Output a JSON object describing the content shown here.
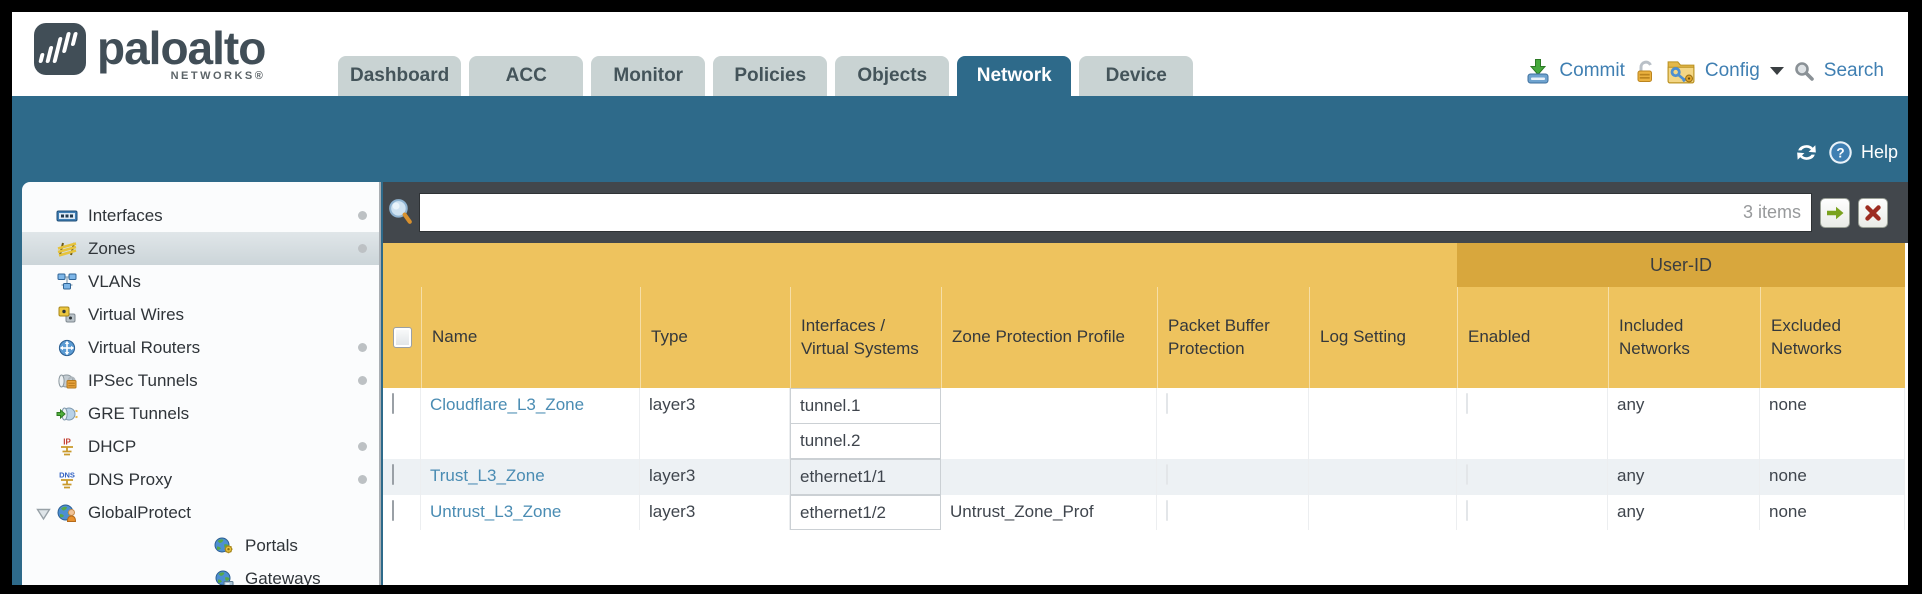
{
  "colors": {
    "teal": "#2e6a8a",
    "tab_inactive": "#c9d3d3",
    "dark_band": "#42474c",
    "gold": "#eec35e",
    "gold_dark": "#d8a73d",
    "link": "#4a8cb3",
    "row_alt": "#edf1f4",
    "action_link": "#3f7fb2"
  },
  "header": {
    "logo_text": "paloalto",
    "logo_sub": "NETWORKS®",
    "tabs": [
      {
        "label": "Dashboard",
        "active": false
      },
      {
        "label": "ACC",
        "active": false
      },
      {
        "label": "Monitor",
        "active": false
      },
      {
        "label": "Policies",
        "active": false
      },
      {
        "label": "Objects",
        "active": false
      },
      {
        "label": "Network",
        "active": true
      },
      {
        "label": "Device",
        "active": false
      }
    ],
    "actions": {
      "commit_icon": "commit-icon",
      "commit_label": "Commit",
      "lock_icon": "lock-icon",
      "config_icon": "config-icon",
      "config_label": "Config",
      "search_icon": "search-icon",
      "search_label": "Search"
    }
  },
  "band": {
    "refresh_icon": "refresh-icon",
    "help_icon": "help-icon",
    "help_label": "Help"
  },
  "filter": {
    "value": "",
    "items_count": "3 items",
    "magnifier_icon": "filter-magnifier-icon",
    "apply_icon": "go-arrow-icon",
    "clear_icon": "clear-x-icon"
  },
  "sidebar": {
    "items": [
      {
        "label": "Interfaces",
        "icon": "interfaces-icon",
        "dot": true
      },
      {
        "label": "Zones",
        "icon": "zones-icon",
        "dot": true,
        "selected": true
      },
      {
        "label": "VLANs",
        "icon": "vlans-icon"
      },
      {
        "label": "Virtual Wires",
        "icon": "virtual-wires-icon"
      },
      {
        "label": "Virtual Routers",
        "icon": "virtual-routers-icon",
        "dot": true
      },
      {
        "label": "IPSec Tunnels",
        "icon": "ipsec-tunnels-icon",
        "dot": true
      },
      {
        "label": "GRE Tunnels",
        "icon": "gre-tunnels-icon"
      },
      {
        "label": "DHCP",
        "icon": "dhcp-icon",
        "dot": true
      },
      {
        "label": "DNS Proxy",
        "icon": "dns-proxy-icon",
        "dot": true
      },
      {
        "label": "GlobalProtect",
        "icon": "globalprotect-icon",
        "expander": true
      },
      {
        "label": "Portals",
        "icon": "portals-icon",
        "indent": true
      },
      {
        "label": "Gateways",
        "icon": "gateways-icon",
        "indent": true
      }
    ]
  },
  "table": {
    "user_id_group_label": "User-ID",
    "columns": [
      {
        "key": "select",
        "label": "",
        "checkbox": true
      },
      {
        "key": "name",
        "label": "Name"
      },
      {
        "key": "type",
        "label": "Type"
      },
      {
        "key": "interfaces",
        "label": "Interfaces / Virtual Systems"
      },
      {
        "key": "zone_protection_profile",
        "label": "Zone Protection Profile"
      },
      {
        "key": "packet_buffer_protection",
        "label": "Packet Buffer Protection"
      },
      {
        "key": "log_setting",
        "label": "Log Setting"
      },
      {
        "key": "enabled",
        "label": "Enabled",
        "group": "User-ID"
      },
      {
        "key": "included_networks",
        "label": "Included Networks",
        "group": "User-ID"
      },
      {
        "key": "excluded_networks",
        "label": "Excluded Networks",
        "group": "User-ID"
      }
    ],
    "rows": [
      {
        "name": "Cloudflare_L3_Zone",
        "type": "layer3",
        "interfaces": [
          "tunnel.1",
          "tunnel.2"
        ],
        "zone_protection_profile": "",
        "packet_buffer_protection": false,
        "log_setting": "",
        "user_id_enabled": false,
        "included_networks": "any",
        "excluded_networks": "none"
      },
      {
        "name": "Trust_L3_Zone",
        "type": "layer3",
        "interfaces": [
          "ethernet1/1"
        ],
        "zone_protection_profile": "",
        "packet_buffer_protection": false,
        "log_setting": "",
        "user_id_enabled": false,
        "included_networks": "any",
        "excluded_networks": "none"
      },
      {
        "name": "Untrust_L3_Zone",
        "type": "layer3",
        "interfaces": [
          "ethernet1/2"
        ],
        "zone_protection_profile": "Untrust_Zone_Prof",
        "packet_buffer_protection": false,
        "log_setting": "",
        "user_id_enabled": false,
        "included_networks": "any",
        "excluded_networks": "none"
      }
    ]
  }
}
